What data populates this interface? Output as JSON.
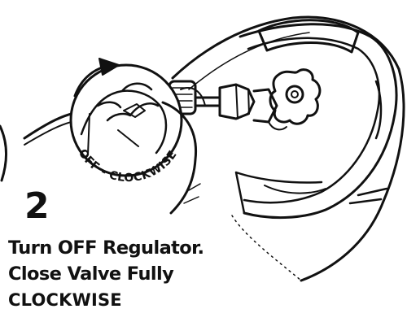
{
  "illustration": {
    "dial_label": "OFF - CLOCKWISE"
  },
  "step": {
    "number": "2",
    "lines": [
      "Turn OFF Regulator.",
      "Close Valve Fully",
      "CLOCKWISE"
    ]
  },
  "colors": {
    "ink": "#111111",
    "background": "#ffffff"
  }
}
